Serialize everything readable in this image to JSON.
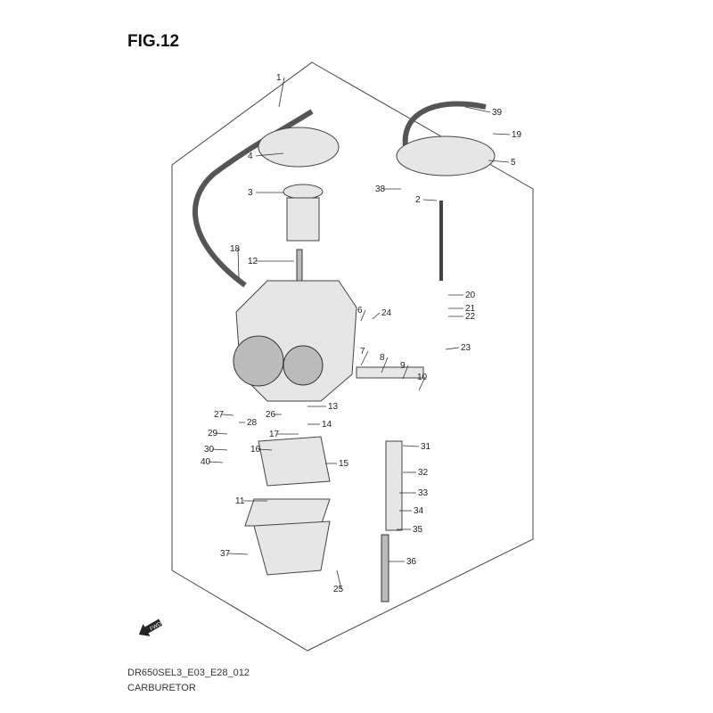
{
  "figure": {
    "title": "FIG.12",
    "model_code": "DR650SEL3_E03_E28_012",
    "section_name": "CARBURETOR",
    "direction_marker": "FWD"
  },
  "callouts": [
    "1",
    "39",
    "19",
    "5",
    "4",
    "3",
    "38",
    "2",
    "18",
    "12",
    "20",
    "6",
    "24",
    "21",
    "22",
    "7",
    "8",
    "9",
    "10",
    "23",
    "13",
    "27",
    "28",
    "26",
    "14",
    "17",
    "29",
    "31",
    "16",
    "30",
    "15",
    "40",
    "32",
    "33",
    "11",
    "34",
    "35",
    "37",
    "36",
    "25"
  ]
}
